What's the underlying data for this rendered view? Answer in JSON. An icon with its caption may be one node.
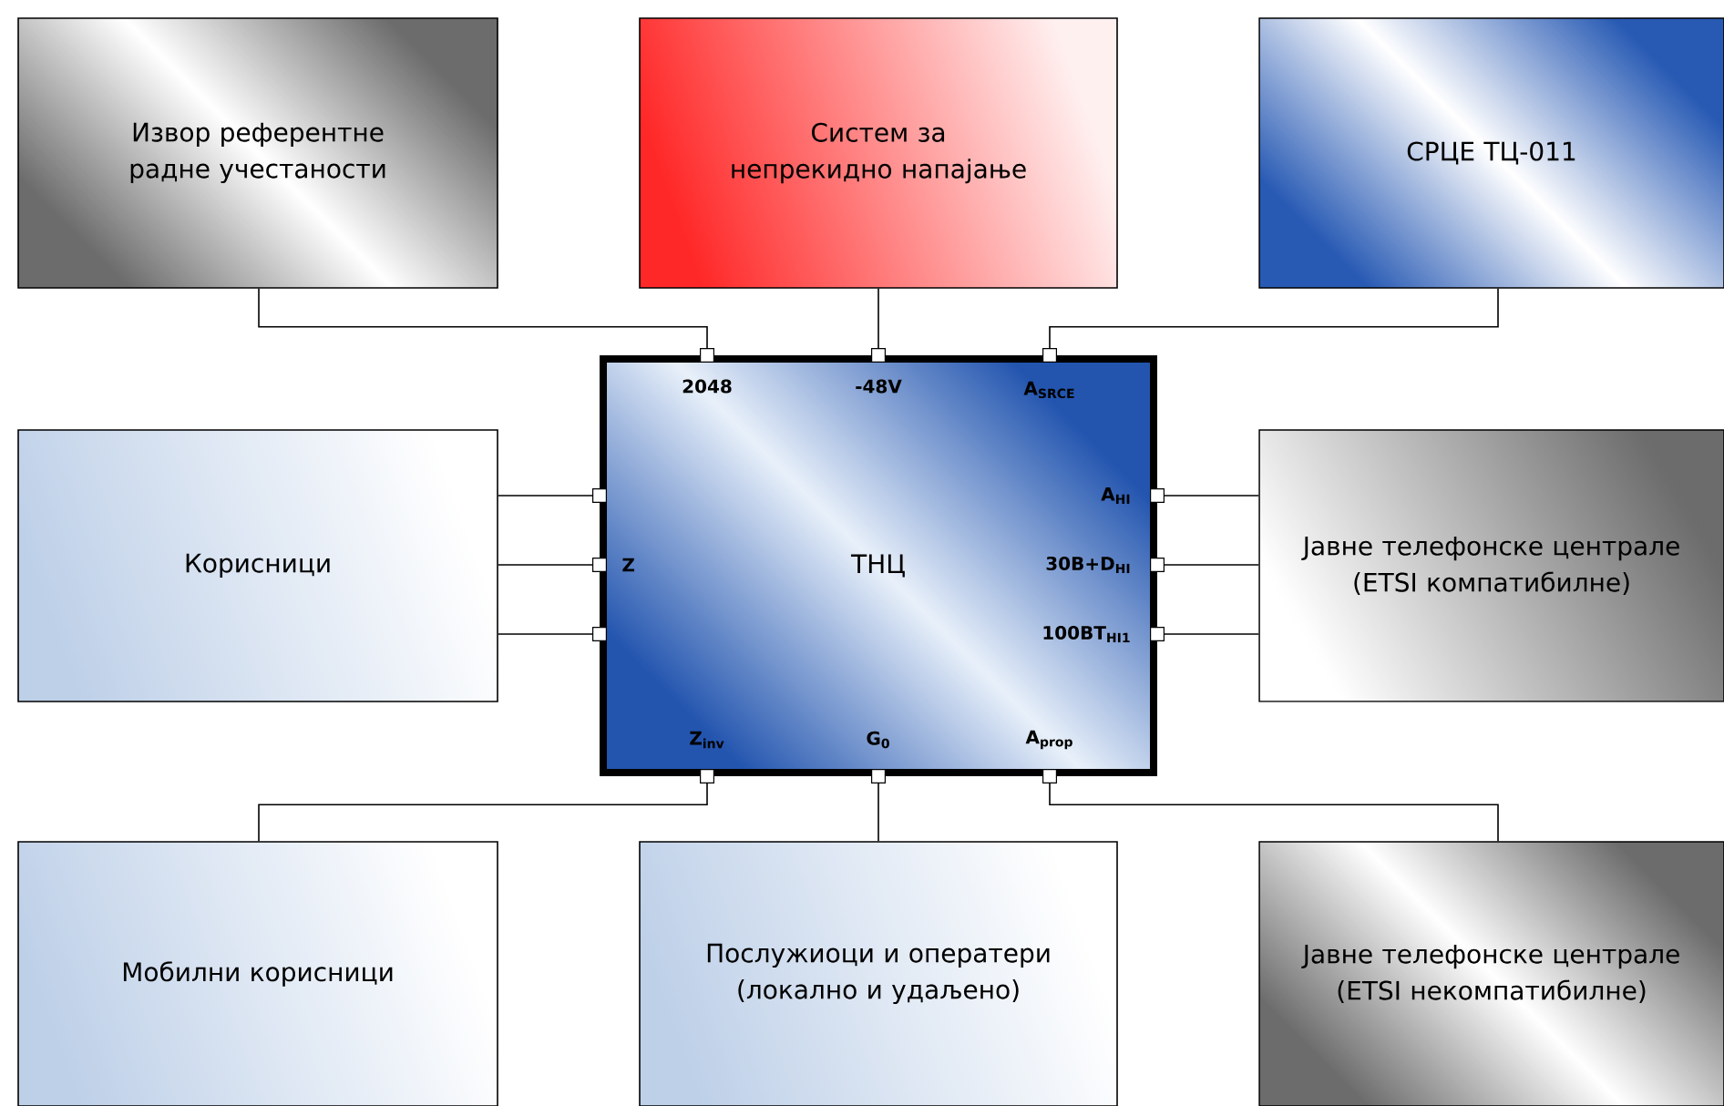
{
  "diagram": {
    "nodes": [
      {
        "text": [
          "Извор референтне радне учестаности"
        ]
      },
      {
        "text": [
          "Систем за непрекидно напајање"
        ]
      },
      {
        "text": [
          "СРЦЕ ТЦ-011"
        ]
      },
      {
        "text": [
          "Корисници"
        ]
      },
      {
        "text": [
          "ТНЦ"
        ]
      },
      {
        "text": [
          "Јавне телефонске централе (ETSI компатибилне)"
        ]
      },
      {
        "text": [
          "Мобилни корисници"
        ]
      },
      {
        "text": [
          "Послужиоци и оператери (локално и удаљено)"
        ]
      },
      {
        "text": [
          "Јавне телефонске централе (ETSI некомпатибилне)"
        ]
      }
    ],
    "edges": [
      {
        "from": 0,
        "to": 4,
        "arrow": "other"
      },
      {
        "from": 1,
        "to": 4,
        "arrow": "other"
      },
      {
        "from": 2,
        "to": 4,
        "arrow": "other"
      },
      {
        "from": 3,
        "to": 4,
        "arrow": "other"
      },
      {
        "from": 3,
        "to": 4,
        "arrow": "other"
      },
      {
        "from": 3,
        "to": 4,
        "arrow": "other"
      },
      {
        "from": 5,
        "to": 4,
        "arrow": "other"
      },
      {
        "from": 5,
        "to": 4,
        "arrow": "other"
      },
      {
        "from": 5,
        "to": 4,
        "arrow": "other"
      },
      {
        "from": 6,
        "to": 4,
        "arrow": "other"
      },
      {
        "from": 7,
        "to": 4,
        "arrow": "other"
      },
      {
        "from": 8,
        "to": 4,
        "arrow": "other"
      }
    ],
    "labels": [
      "2048",
      "-48V",
      "A$_{SRCE}$",
      "A$_{HI}$",
      "Z",
      "30B+D$_{HI}$",
      "100BT$_{HI1}$",
      "Z$_{inv}$",
      "G$_{0}$",
      "A$_{prop}$"
    ]
  }
}
